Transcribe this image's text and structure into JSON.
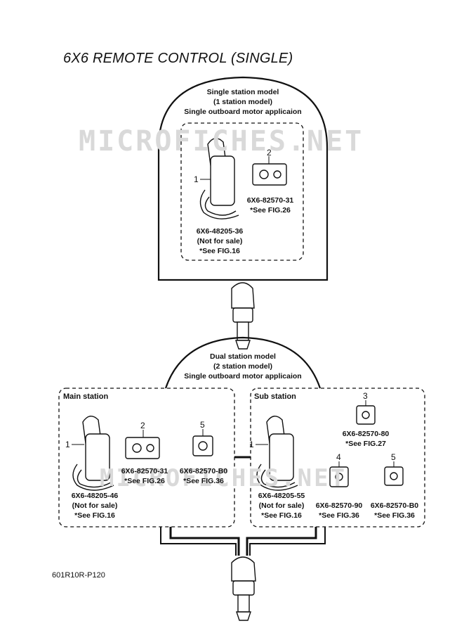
{
  "title": "6X6 REMOTE CONTROL (SINGLE)",
  "watermark": "MICROFICHES.NET",
  "single": {
    "heading": [
      "Single station model",
      "(1 station model)",
      "Single outboard motor applicaion"
    ],
    "callout_lever": "1",
    "callout_switch": "2",
    "switch_part": "6X6-82570-31",
    "switch_ref": "*See FIG.26",
    "lever_part": "6X6-48205-36",
    "lever_note": "(Not for sale)",
    "lever_ref": "*See FIG.16"
  },
  "dual": {
    "heading": [
      "Dual station model",
      "(2 station model)",
      "Single outboard motor applicaion"
    ],
    "main": {
      "label": "Main station",
      "callout_lever": "1",
      "callout_switch": "2",
      "callout_button": "5",
      "switch_part": "6X6-82570-31",
      "switch_ref": "*See FIG.26",
      "button_part": "6X6-82570-B0",
      "button_ref": "*See FIG.36",
      "lever_part": "6X6-48205-46",
      "lever_note": "(Not for sale)",
      "lever_ref": "*See FIG.16"
    },
    "sub": {
      "label": "Sub station",
      "callout_lever": "1",
      "callout_top": "3",
      "callout_key": "4",
      "callout_button": "5",
      "top_part": "6X6-82570-80",
      "top_ref": "*See FIG.27",
      "key_part": "6X6-82570-90",
      "key_ref": "*See FIG.36",
      "button_part": "6X6-82570-B0",
      "button_ref": "*See FIG.36",
      "lever_part": "6X6-48205-55",
      "lever_note": "(Not for sale)",
      "lever_ref": "*See FIG.16"
    }
  },
  "footer": "601R10R-P120"
}
